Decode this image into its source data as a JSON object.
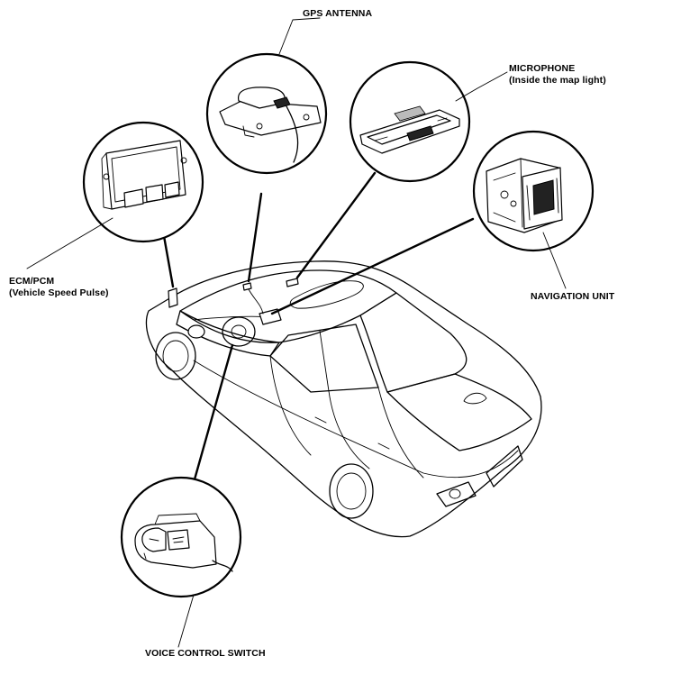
{
  "labels": {
    "gps_antenna": "GPS ANTENNA",
    "microphone": "MICROPHONE",
    "microphone_note": "(Inside the map light)",
    "ecm_pcm": "ECM/PCM",
    "ecm_pcm_note": "(Vehicle Speed Pulse)",
    "navigation_unit": "NAVIGATION UNIT",
    "voice_control_switch": "VOICE CONTROL SWITCH"
  },
  "colors": {
    "line": "#000000",
    "background": "#ffffff"
  }
}
